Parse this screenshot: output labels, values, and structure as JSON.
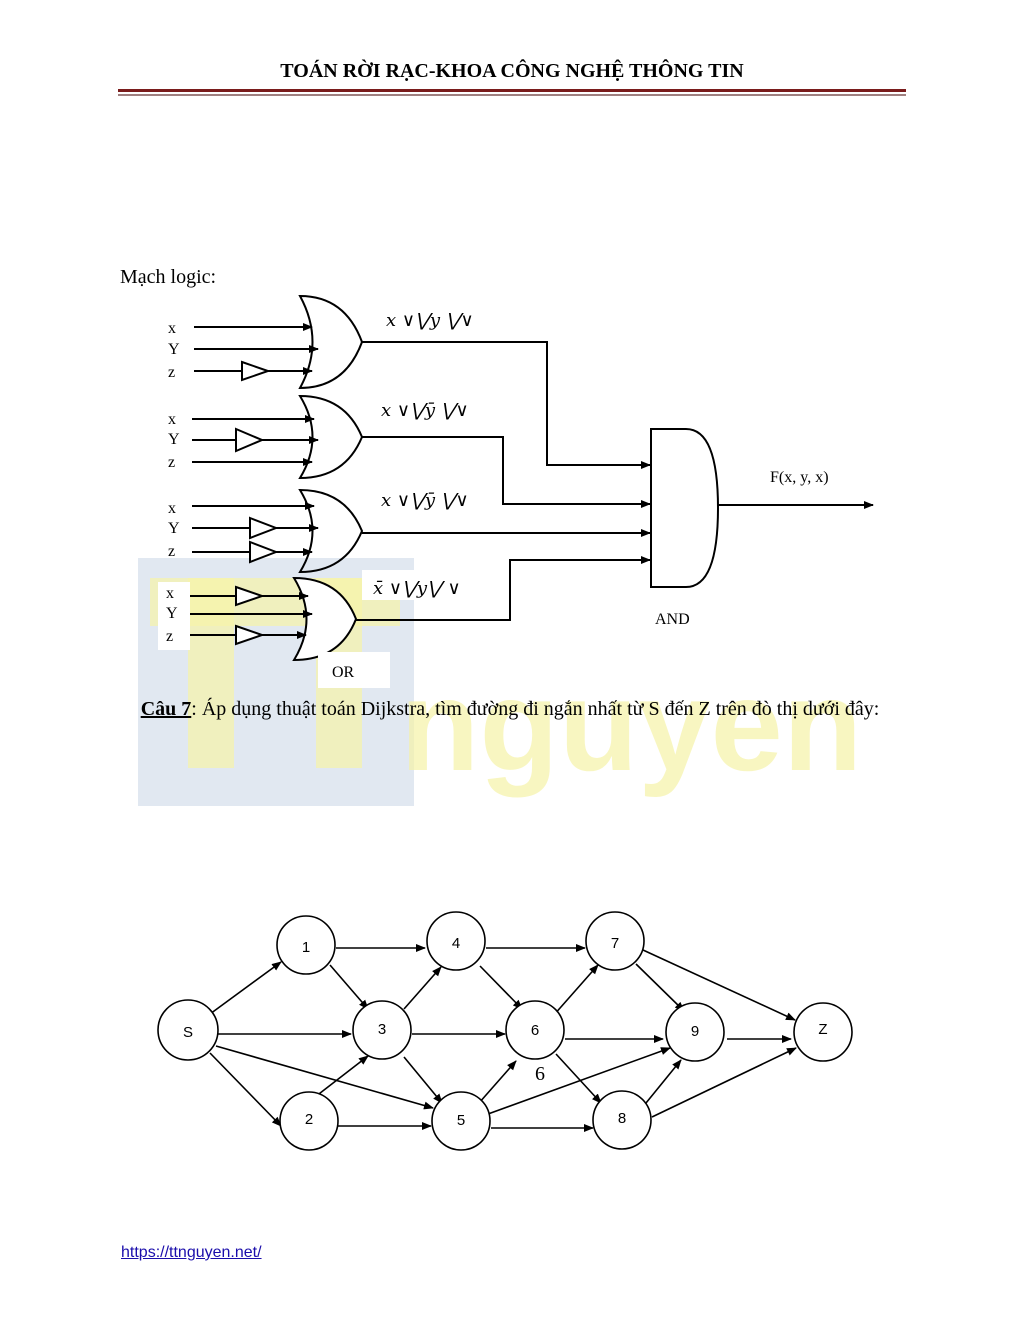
{
  "header": {
    "title": "TOÁN RỜI RẠC-KHOA CÔNG NGHỆ THÔNG TIN"
  },
  "watermark": {
    "text": "nguyen"
  },
  "circuit": {
    "label": "Mạch logic:",
    "or_gates": [
      {
        "inputs": [
          "x",
          "Y",
          "z"
        ],
        "expr": "x ∨⋁y ⋁∨"
      },
      {
        "inputs": [
          "x",
          "Y",
          "z"
        ],
        "expr": "x ∨⋁ȳ ⋁∨"
      },
      {
        "inputs": [
          "x",
          "Y",
          "z"
        ],
        "expr": "x ∨⋁ȳ ⋁∨"
      },
      {
        "inputs": [
          "x",
          "Y",
          "z"
        ],
        "expr": "x̄ ∨⋁y⋁ ∨"
      }
    ],
    "or_label": "OR",
    "and_label": "AND",
    "output": "F(x, y, x)"
  },
  "question": {
    "number": "Câu 7",
    "text": ": Áp dụng thuật toán Dijkstra, tìm đường đi ngắn nhất từ S đến Z trên đò thị dưới đây:"
  },
  "graph": {
    "nodes": [
      "1",
      "4",
      "7",
      "S",
      "3",
      "6",
      "9",
      "Z",
      "2",
      "5",
      "8"
    ],
    "stray_label": "6"
  },
  "footer": {
    "link": "https://ttnguyen.net/"
  }
}
